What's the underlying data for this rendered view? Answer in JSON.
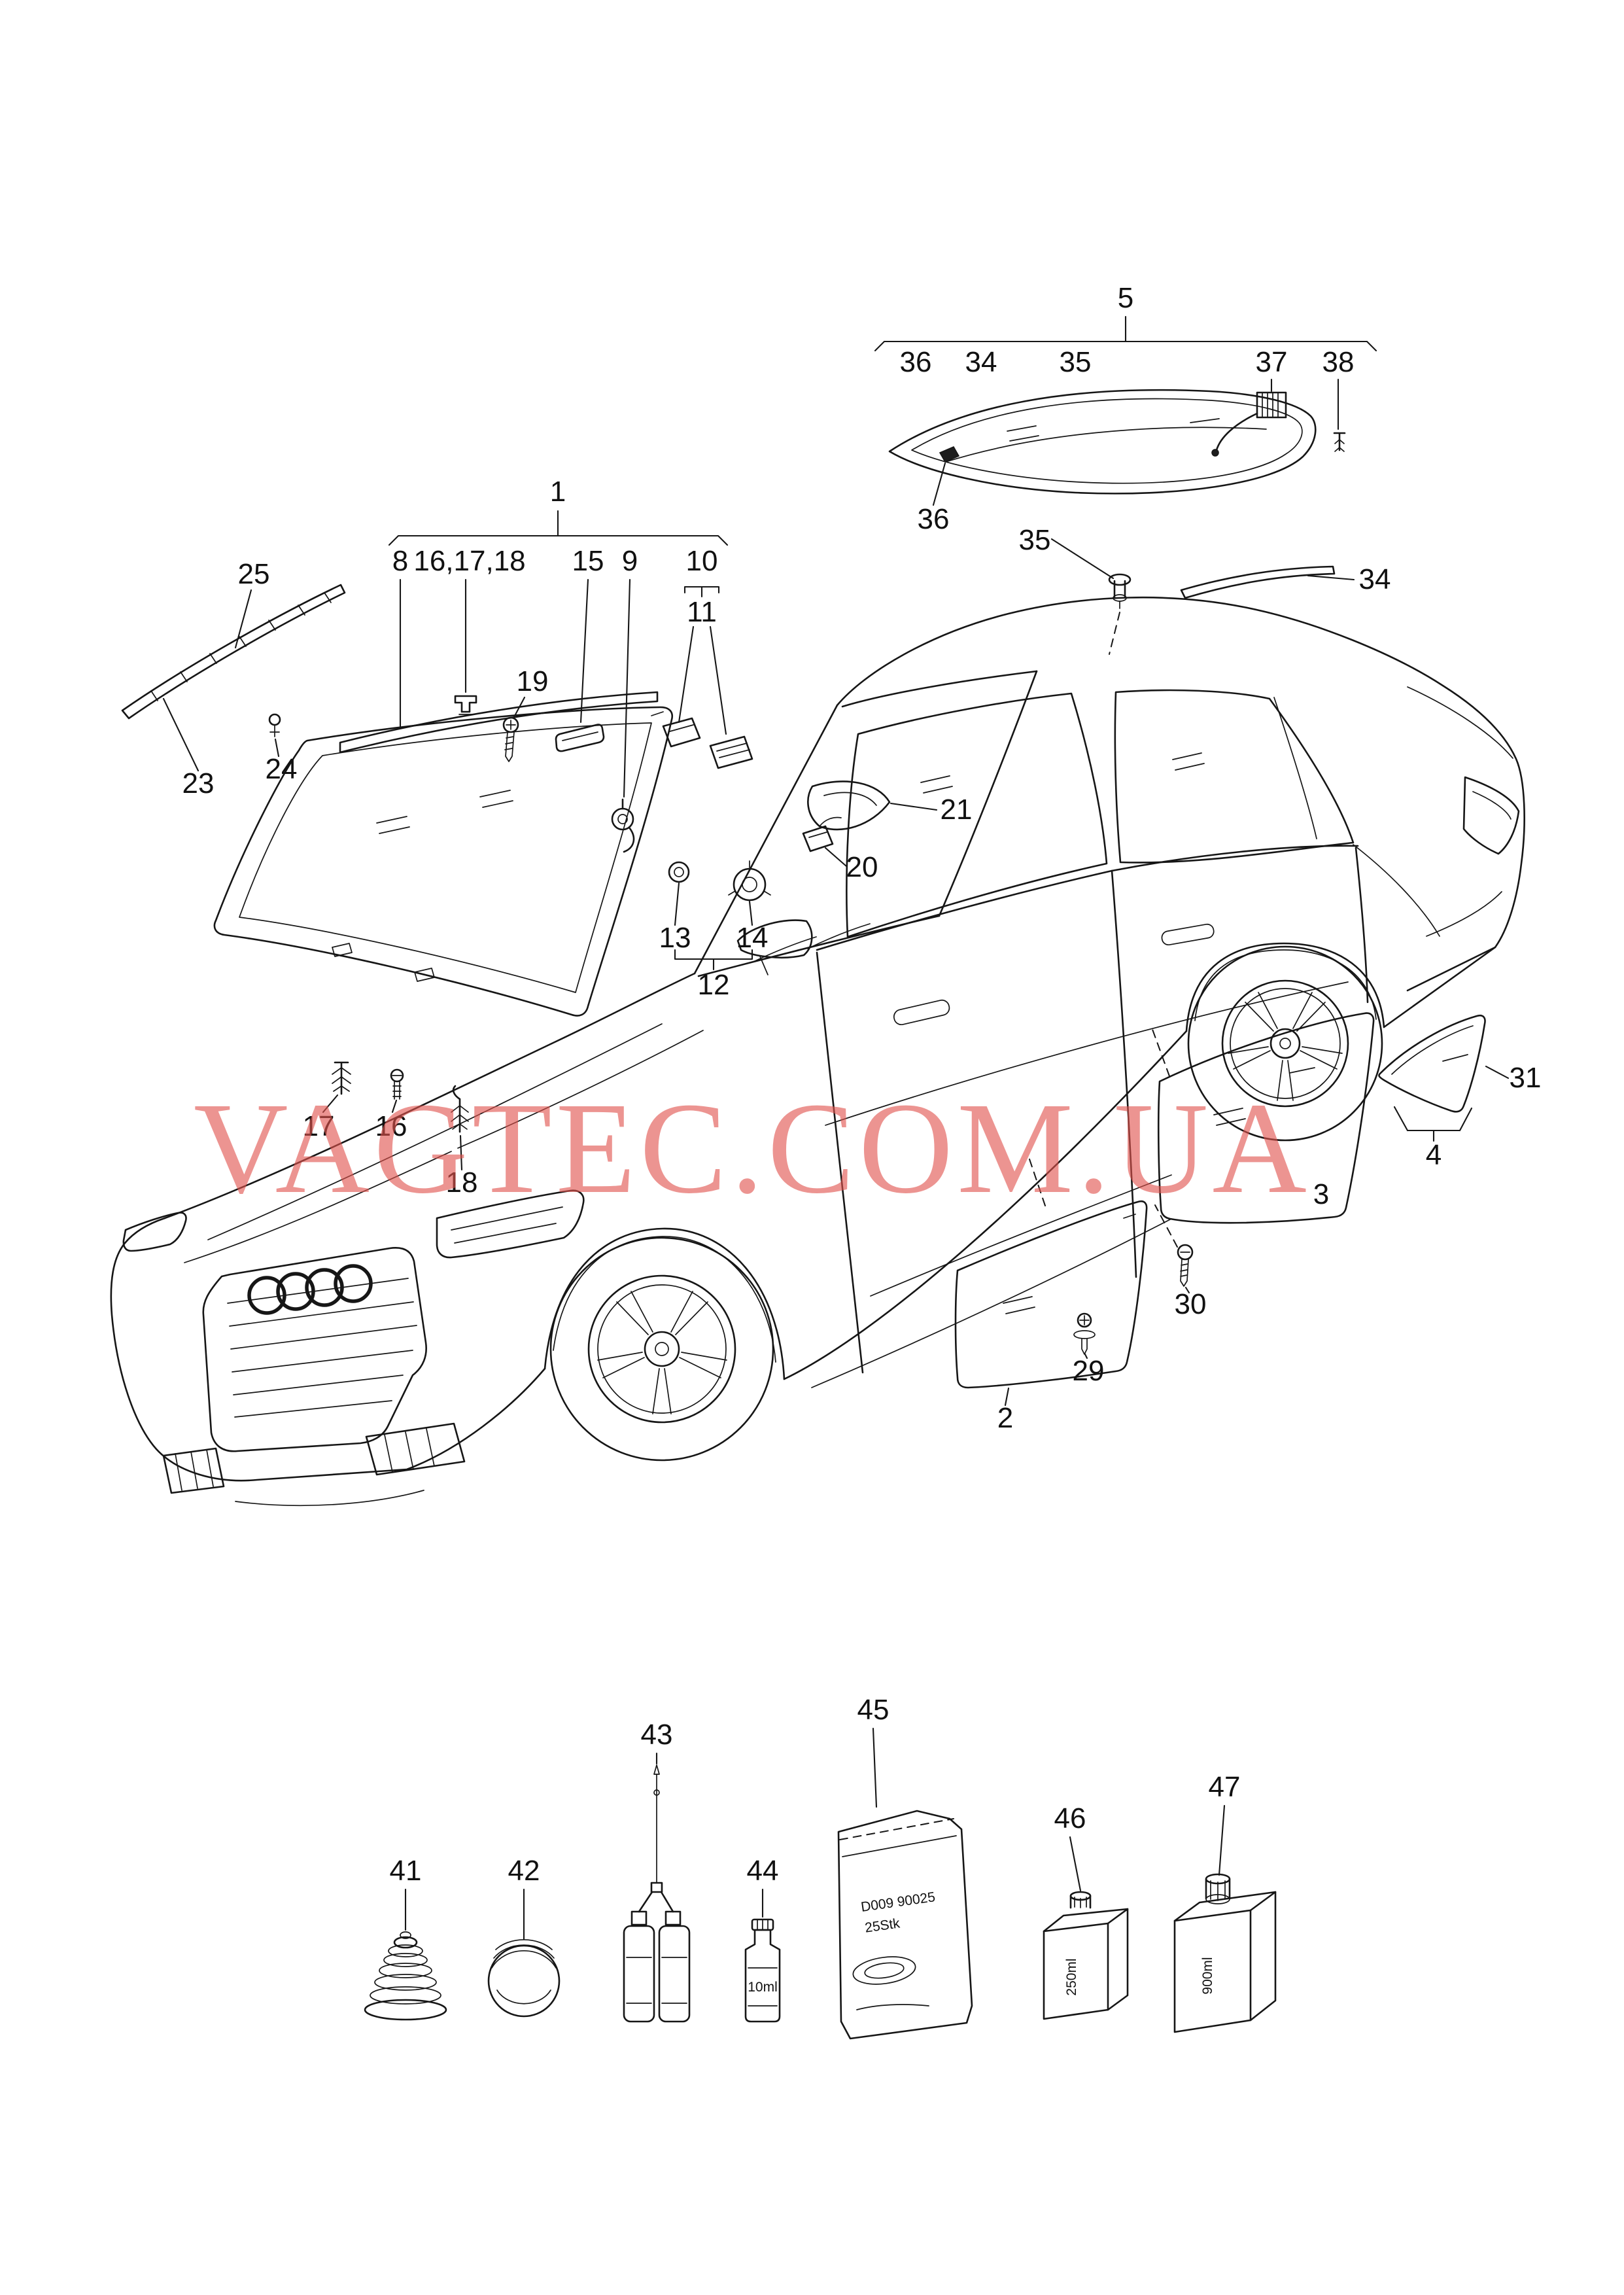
{
  "watermark": {
    "text": "VAGTEC.COM.UA",
    "color": "#e2544e"
  },
  "callouts": {
    "group5": "5",
    "g5_36": "36",
    "g5_34": "34",
    "g5_35": "35",
    "g5_37": "37",
    "g5_38": "38",
    "rear36": "36",
    "rear35": "35",
    "rear34": "34",
    "group1": "1",
    "g1_8": "8",
    "g1_cluster": "16,17,18",
    "g1_15": "15",
    "g1_9": "9",
    "g1_10": "10",
    "n11": "11",
    "n19": "19",
    "n21": "21",
    "n20": "20",
    "n13": "13",
    "n14": "14",
    "n12": "12",
    "n25": "25",
    "n23": "23",
    "n24": "24",
    "n17": "17",
    "n16": "16",
    "n18": "18",
    "n2": "2",
    "n29": "29",
    "n30": "30",
    "n3": "3",
    "n31": "31",
    "n4": "4",
    "n41": "41",
    "n42": "42",
    "n43": "43",
    "n44": "44",
    "n45": "45",
    "n46": "46",
    "n47": "47"
  },
  "products": {
    "p44": "10ml",
    "p46": "250ml",
    "p47": "900ml",
    "bag_line1": "D009 90025",
    "bag_line2": "25Stk"
  }
}
